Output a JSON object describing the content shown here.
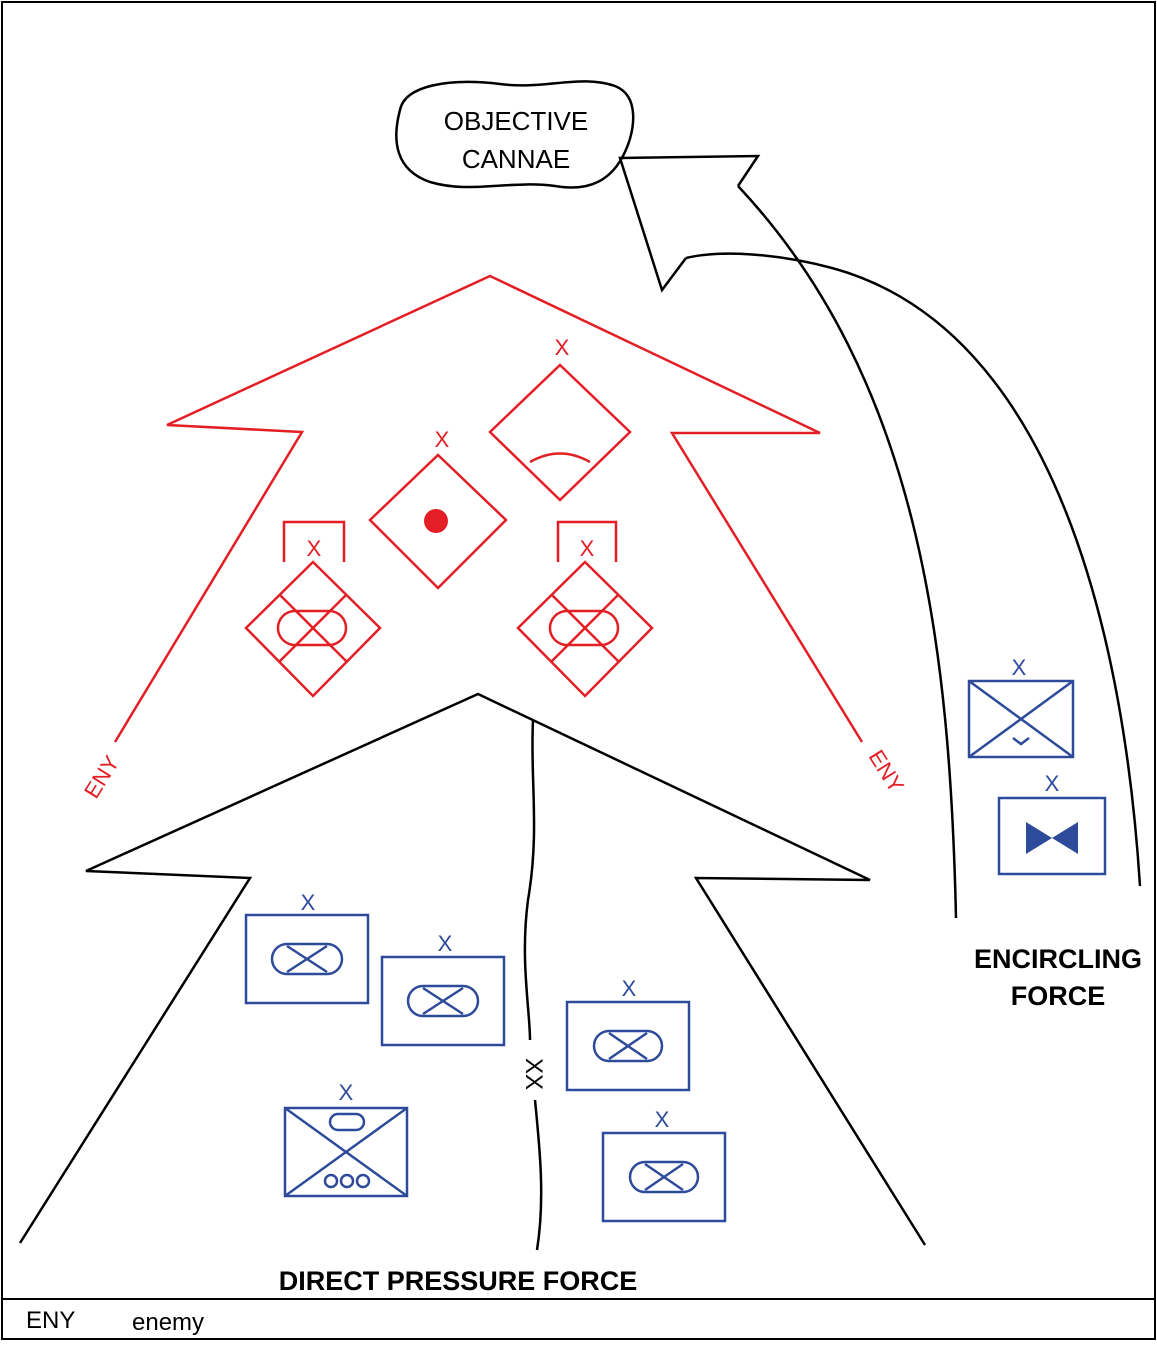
{
  "objective": {
    "line1": "OBJECTIVE",
    "line2": "CANNAE"
  },
  "labels": {
    "encircling_line1": "ENCIRCLING",
    "encircling_line2": "FORCE",
    "direct_pressure": "DIRECT PRESSURE FORCE",
    "eny_left": "ENY",
    "eny_right": "ENY",
    "division_boundary": "XX"
  },
  "echelons": {
    "brigade": "X"
  },
  "legend": {
    "term": "ENY",
    "definition": "enemy"
  },
  "colors": {
    "enemy": "#e31e24",
    "friendly": "#2e4b9b",
    "outline": "#000000"
  }
}
